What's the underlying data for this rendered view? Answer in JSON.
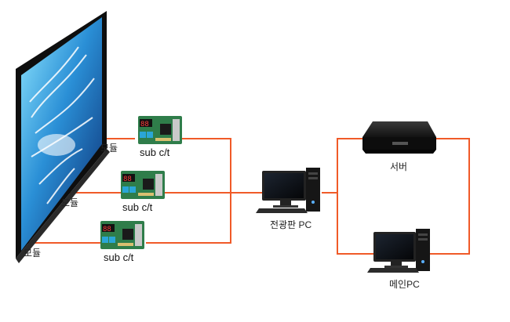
{
  "labels": {
    "module_1": "모듈",
    "module_2": "모듈",
    "module_3": "모듈",
    "subct_1": "sub  c/t",
    "subct_2": "sub  c/t",
    "subct_3": "sub  c/t",
    "display_pc": "전광판  PC",
    "server": "서버",
    "main_pc": "메인PC"
  },
  "colors": {
    "wire": "#f05a28",
    "panel_frame": "#111111",
    "board_green": "#2f7d4a",
    "board_blue": "#2aa6d6",
    "monitor_screen": "#0c0f14",
    "pc_case": "#161616"
  }
}
